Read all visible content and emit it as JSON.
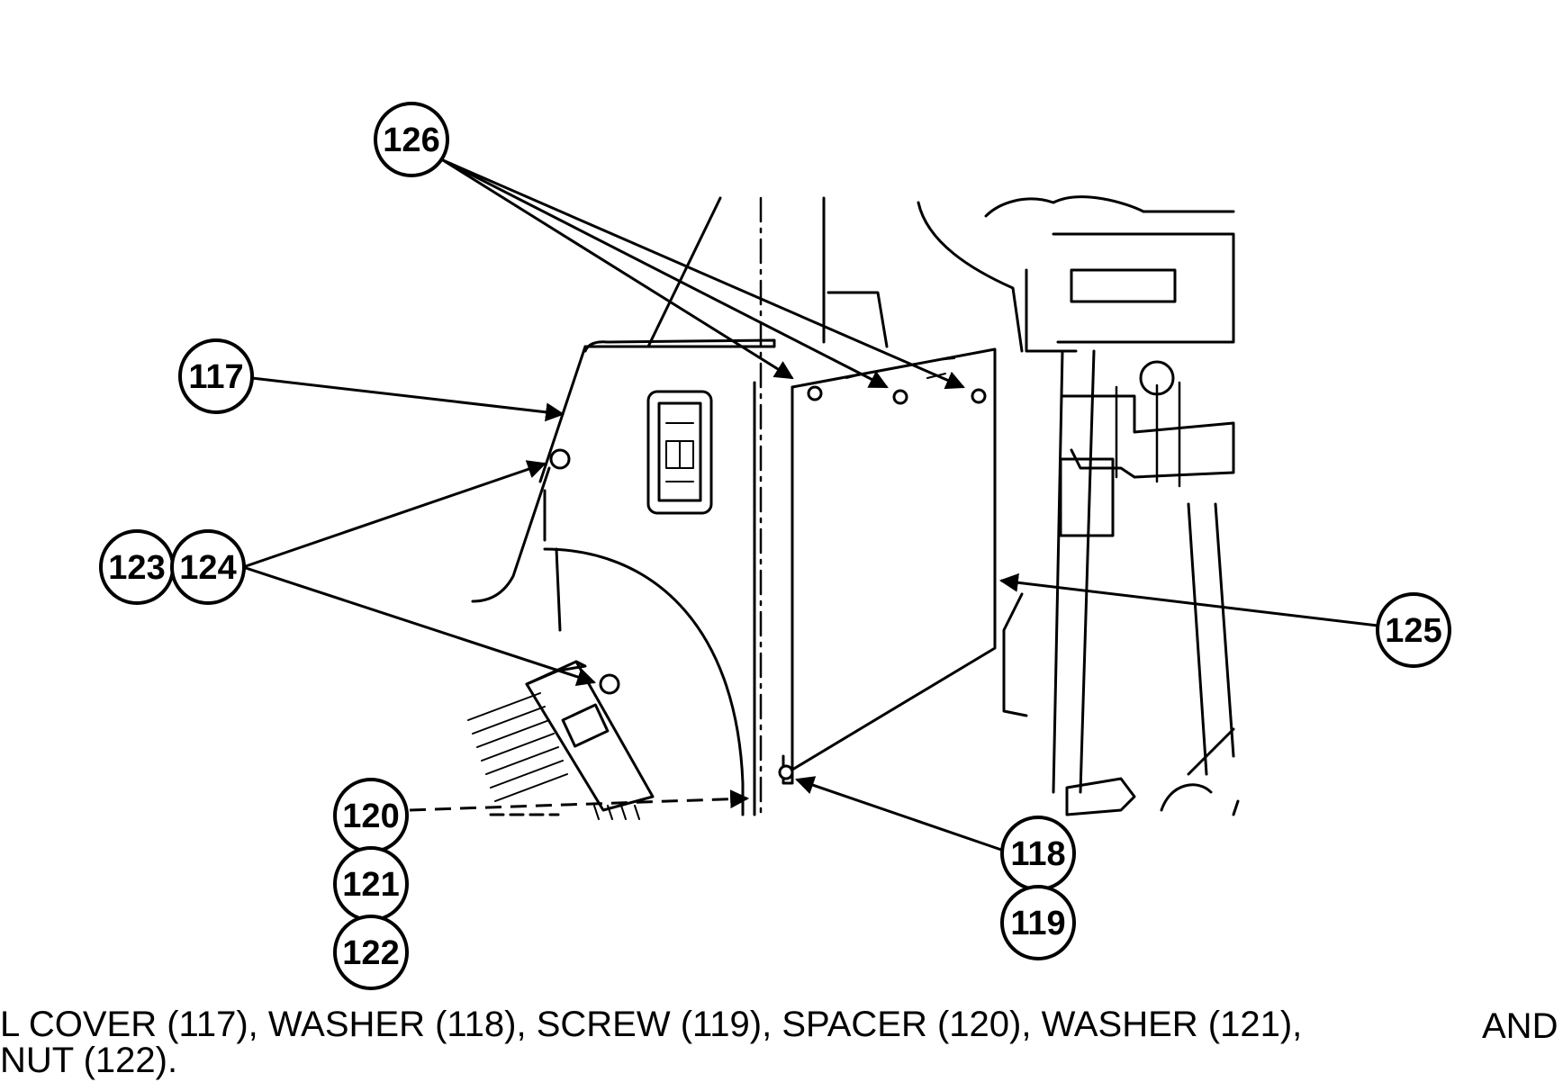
{
  "callouts": {
    "c117": "117",
    "c118": "118",
    "c119": "119",
    "c120": "120",
    "c121": "121",
    "c122": "122",
    "c123": "123",
    "c124": "124",
    "c125": "125",
    "c126": "126"
  },
  "caption": {
    "line1": "L COVER (117), WASHER (118), SCREW (119), SPACER (120), WASHER (121),",
    "line1_tail": "AND",
    "line2": "NUT (122)."
  }
}
